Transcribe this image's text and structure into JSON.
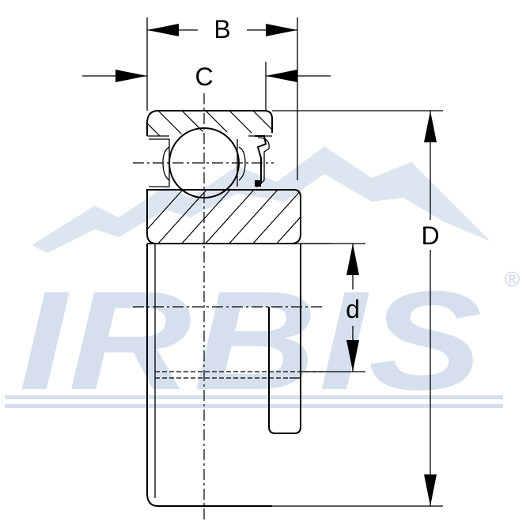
{
  "watermark": {
    "brand": "IRBIS",
    "registered": "®",
    "color": "#d6dfee"
  },
  "dimensions": {
    "B": "B",
    "C": "C",
    "D": "D",
    "d": "d"
  },
  "colors": {
    "line": "#000000",
    "background": "#ffffff"
  }
}
